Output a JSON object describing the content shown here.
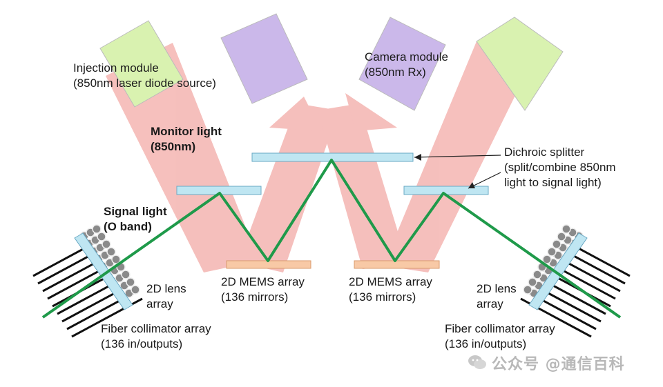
{
  "labels": {
    "injection_module": {
      "line1": "Injection module",
      "line2": "(850nm laser diode source)"
    },
    "camera_module": {
      "line1": "Camera module",
      "line2": "(850nm Rx)"
    },
    "monitor_light": {
      "line1": "Monitor light",
      "line2": "(850nm)"
    },
    "dichroic_splitter": {
      "line1": "Dichroic splitter",
      "line2": "(split/combine 850nm",
      "line3": "light to signal light)"
    },
    "signal_light": {
      "line1": "Signal light",
      "line2": "(O band)"
    },
    "lens_left": {
      "line1": "2D lens",
      "line2": "array"
    },
    "lens_right": {
      "line1": "2D lens",
      "line2": "array"
    },
    "mems_left": {
      "line1": "2D MEMS array",
      "line2": "(136 mirrors)"
    },
    "mems_right": {
      "line1": "2D MEMS array",
      "line2": "(136 mirrors)"
    },
    "fiber_left": {
      "line1": "Fiber collimator array",
      "line2": "(136 in/outputs)"
    },
    "fiber_right": {
      "line1": "Fiber collimator array",
      "line2": "(136 in/outputs)"
    }
  },
  "watermark": "公众号 @通信百科",
  "colors": {
    "beam": "#f2a7a3",
    "injection_box": "#d9f2b0",
    "camera_box": "#cbb8ea",
    "splitter": "#bfe6f2",
    "mems": "#f8c9a6",
    "signal": "#1f9a4a",
    "fiber": "#111111"
  }
}
